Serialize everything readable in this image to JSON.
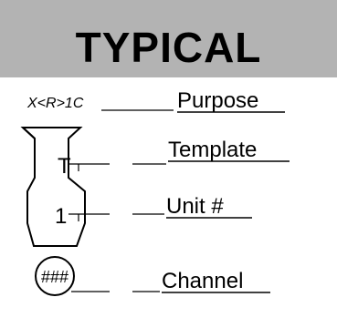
{
  "title": "TYPICAL",
  "header_color": "#b3b3b3",
  "symbol": {
    "code": "X<R>1C",
    "template": "T",
    "unit": "1",
    "channel": "###"
  },
  "labels": {
    "purpose": "Purpose",
    "template": "Template",
    "unit": "Unit #",
    "channel": "Channel"
  }
}
